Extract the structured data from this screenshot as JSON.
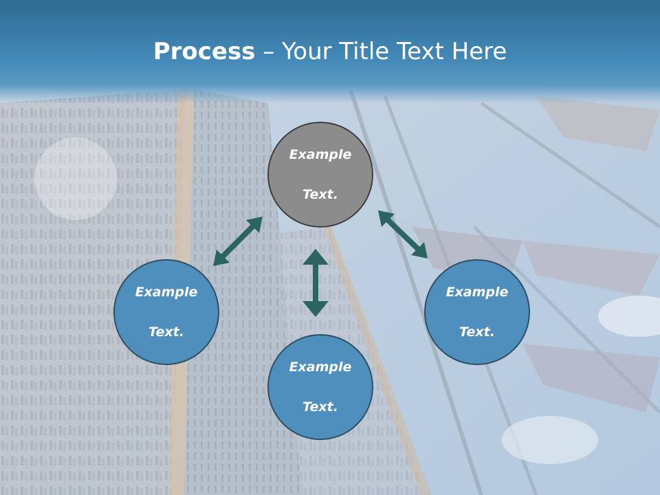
{
  "slide": {
    "title_bold": "Process",
    "title_rest": " – Your Title Text Here"
  },
  "diagram": {
    "nodes": [
      {
        "id": "top",
        "line1": "Example",
        "line2": "Text.",
        "fill": "#8c8c8c"
      },
      {
        "id": "left",
        "line1": "Example",
        "line2": "Text.",
        "fill": "#4f8fbd"
      },
      {
        "id": "bottom",
        "line1": "Example",
        "line2": "Text.",
        "fill": "#4f8fbd"
      },
      {
        "id": "right",
        "line1": "Example",
        "line2": "Text.",
        "fill": "#4f8fbd"
      }
    ],
    "arrow_color": "#2b6463"
  }
}
